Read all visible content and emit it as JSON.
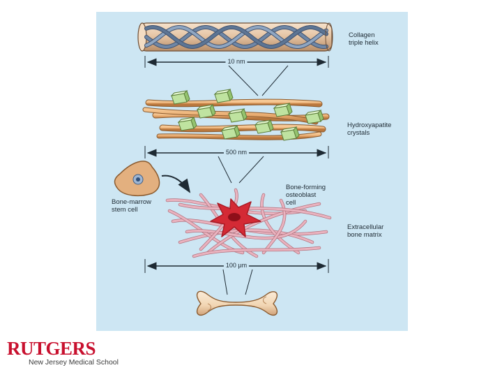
{
  "diagram": {
    "labels": {
      "collagen": "Collagen\ntriple helix",
      "hydroxyapatite": "Hydroxyapatite\ncrystals",
      "stem_cell": "Bone-marrow\nstem cell",
      "osteoblast": "Bone-forming\nosteoblast\ncell",
      "matrix": "Extracellular\nbone matrix"
    },
    "scales": {
      "helix": "10 nm",
      "fibers": "500 nm",
      "cells": "100 μm"
    }
  },
  "logo": {
    "wordmark": "RUTGERS",
    "subtitle": "New Jersey Medical School"
  },
  "colors": {
    "panel": "#cde6f3",
    "helix_tube": "#e6c6a6",
    "helix_strands": "#8a9fb8",
    "crystal": "#bfe3a0",
    "fiber": "#e5a76b",
    "osteoblast": "#d42a35",
    "matrix_fibers": "#eab3bf",
    "brand_red": "#c8102e"
  }
}
